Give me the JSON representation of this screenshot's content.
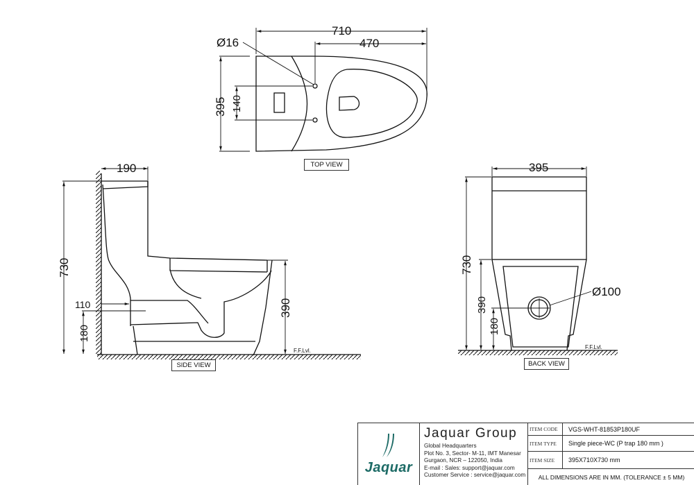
{
  "top_view": {
    "label": "TOP VIEW",
    "dims": {
      "overall_length": "710",
      "hole_to_front": "470",
      "hole_diameter": "Ø16",
      "width": "395",
      "hole_spacing": "140"
    }
  },
  "side_view": {
    "label": "SIDE VIEW",
    "dims": {
      "tank_depth": "190",
      "height": "730",
      "seat_height": "390",
      "outlet_height": "180",
      "outlet_from_wall": "110"
    },
    "floor_label": "F.F.Lvl."
  },
  "back_view": {
    "label": "BACK VIEW",
    "dims": {
      "width": "395",
      "height": "730",
      "seat_height": "390",
      "outlet_height": "180",
      "outlet_diameter": "Ø100"
    },
    "floor_label": "F.F.Lvl."
  },
  "title_block": {
    "logo": {
      "icon": "jaquar-swoosh-icon",
      "wordmark": "Jaquar",
      "color": "#1d6b66"
    },
    "company": "Jaquar Group",
    "address_lines": [
      "Global Headquarters",
      "Plot No. 3, Sector- M-11, IMT Manesar",
      "Gurgaon, NCR – 122050, India",
      "E-mail : Sales: support@jaquar.com",
      "Customer Service : service@jaquar.com"
    ],
    "specs": [
      {
        "key": "ITEM CODE",
        "value": "VGS-WHT-81853P180UF"
      },
      {
        "key": "ITEM TYPE",
        "value": "Single piece-WC (P trap 180 mm )"
      },
      {
        "key": "ITEM SIZE",
        "value": "395X710X730 mm"
      }
    ],
    "note": "ALL DIMENSIONS ARE IN MM. (TOLERANCE ± 5 MM)"
  }
}
